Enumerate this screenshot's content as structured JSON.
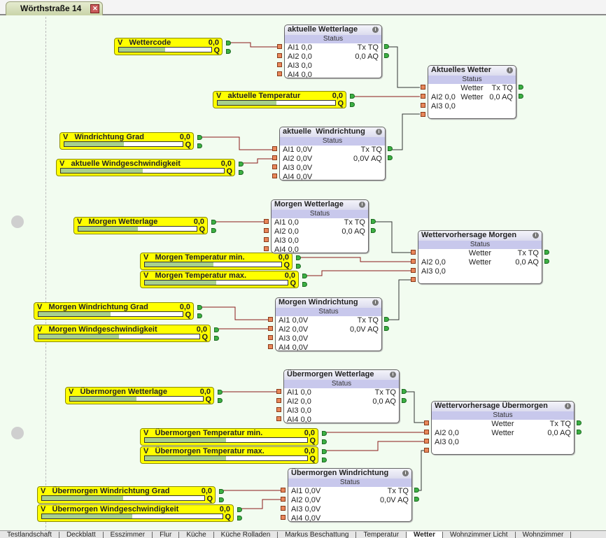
{
  "document_tab": {
    "title": "Wörthstraße 14",
    "close_icon": "close-icon"
  },
  "colors": {
    "canvas": "#f2fcf0",
    "variable": "#ffff00",
    "wire": "#8b1a1a",
    "output_port": "#3cb043",
    "input_port": "#e8875a"
  },
  "variables": [
    {
      "label": "V   Wettercode",
      "value": "0,0",
      "q": "Q",
      "fill": 0.5
    },
    {
      "label": "V   aktuelle Temperatur",
      "value": "0,0",
      "q": "Q",
      "fill": 0.5
    },
    {
      "label": "V   Windrichtung Grad",
      "value": "0,0",
      "q": "Q",
      "fill": 0.5
    },
    {
      "label": "V   aktuelle Windgeschwindigkeit",
      "value": "0,0",
      "q": "Q",
      "fill": 0.5
    },
    {
      "label": "V   Morgen Wetterlage",
      "value": "0,0",
      "q": "Q",
      "fill": 0.5
    },
    {
      "label": "V   Morgen Temperatur min.",
      "value": "0,0",
      "q": "Q",
      "fill": 0.5
    },
    {
      "label": "V   Morgen Temperatur max.",
      "value": "0,0",
      "q": "Q",
      "fill": 0.5
    },
    {
      "label": "V   Morgen Windrichtung Grad",
      "value": "0,0",
      "q": "Q",
      "fill": 0.5
    },
    {
      "label": "V   Morgen Windgeschwindigkeit",
      "value": "0,0",
      "q": "Q",
      "fill": 0.5
    },
    {
      "label": "V   Übermorgen Wetterlage",
      "value": "0,0",
      "q": "Q",
      "fill": 0.5
    },
    {
      "label": "V   Übermorgen Temperatur min.",
      "value": "0,0",
      "q": "Q",
      "fill": 0.5
    },
    {
      "label": "V   Übermorgen Temperatur max.",
      "value": "0,0",
      "q": "Q",
      "fill": 0.5
    },
    {
      "label": "V   Übermorgen Windrichtung Grad",
      "value": "0,0",
      "q": "Q",
      "fill": 0.5
    },
    {
      "label": "V   Übermorgen Windgeschwindigkeit",
      "value": "0,0",
      "q": "Q",
      "fill": 0.5
    }
  ],
  "blocks": [
    {
      "title": "aktuelle Wetterlage",
      "status": "Status",
      "rows": [
        [
          "AI1 0,0",
          "",
          "Tx TQ"
        ],
        [
          "AI2 0,0",
          "",
          "0,0 AQ"
        ],
        [
          "AI3 0,0",
          "",
          ""
        ],
        [
          "AI4 0,0",
          "",
          ""
        ]
      ]
    },
    {
      "title": "Aktuelles Wetter",
      "status": "Status",
      "rows": [
        [
          "",
          "Wetter",
          "Tx TQ"
        ],
        [
          "AI2 0,0",
          "Wetter",
          "0,0 AQ"
        ],
        [
          "AI3 0,0",
          "",
          ""
        ],
        [
          "",
          "",
          ""
        ]
      ]
    },
    {
      "title": "aktuelle  Windrichtung",
      "status": "Status",
      "rows": [
        [
          "AI1 0,0V",
          "",
          "Tx TQ"
        ],
        [
          "AI2 0,0V",
          "",
          "0,0V AQ"
        ],
        [
          "AI3 0,0V",
          "",
          ""
        ],
        [
          "AI4 0,0V",
          "",
          ""
        ]
      ]
    },
    {
      "title": "Morgen Wetterlage",
      "status": "Status",
      "rows": [
        [
          "AI1 0,0",
          "",
          "Tx TQ"
        ],
        [
          "AI2 0,0",
          "",
          "0,0 AQ"
        ],
        [
          "AI3 0,0",
          "",
          ""
        ],
        [
          "AI4 0,0",
          "",
          ""
        ]
      ]
    },
    {
      "title": "Wettervorhersage Morgen",
      "status": "Status",
      "rows": [
        [
          "",
          "Wetter",
          "Tx TQ"
        ],
        [
          "AI2 0,0",
          "Wetter",
          "0,0 AQ"
        ],
        [
          "AI3 0,0",
          "",
          ""
        ],
        [
          "",
          "",
          ""
        ]
      ]
    },
    {
      "title": "Morgen Windrichtung",
      "status": "Status",
      "rows": [
        [
          "AI1 0,0V",
          "",
          "Tx TQ"
        ],
        [
          "AI2 0,0V",
          "",
          "0,0V AQ"
        ],
        [
          "AI3 0,0V",
          "",
          ""
        ],
        [
          "AI4 0,0V",
          "",
          ""
        ]
      ]
    },
    {
      "title": "Übermorgen Wetterlage",
      "status": "Status",
      "rows": [
        [
          "AI1 0,0",
          "",
          "Tx TQ"
        ],
        [
          "AI2 0,0",
          "",
          "0,0 AQ"
        ],
        [
          "AI3 0,0",
          "",
          ""
        ],
        [
          "AI4 0,0",
          "",
          ""
        ]
      ]
    },
    {
      "title": "Wettervorhersage Übermorgen",
      "status": "Status",
      "rows": [
        [
          "",
          "Wetter",
          "Tx TQ"
        ],
        [
          "AI2 0,0",
          "Wetter",
          "0,0 AQ"
        ],
        [
          "AI3 0,0",
          "",
          ""
        ],
        [
          "",
          "",
          ""
        ]
      ]
    },
    {
      "title": "Übermorgen Windrichtung",
      "status": "Status",
      "rows": [
        [
          "AI1 0,0V",
          "",
          "Tx TQ"
        ],
        [
          "AI2 0,0V",
          "",
          "0,0V AQ"
        ],
        [
          "AI3 0,0V",
          "",
          ""
        ],
        [
          "AI4 0,0V",
          "",
          ""
        ]
      ]
    }
  ],
  "bottom_tabs": [
    {
      "label": "Testlandschaft",
      "active": false
    },
    {
      "label": "Deckblatt",
      "active": false
    },
    {
      "label": "Esszimmer",
      "active": false
    },
    {
      "label": "Flur",
      "active": false
    },
    {
      "label": "Küche",
      "active": false
    },
    {
      "label": "Küche Rolladen",
      "active": false
    },
    {
      "label": "Markus Beschattung",
      "active": false
    },
    {
      "label": "Temperatur",
      "active": false
    },
    {
      "label": "Wetter",
      "active": true
    },
    {
      "label": "Wohnzimmer Licht",
      "active": false
    },
    {
      "label": "Wohnzimmer",
      "active": false
    }
  ]
}
